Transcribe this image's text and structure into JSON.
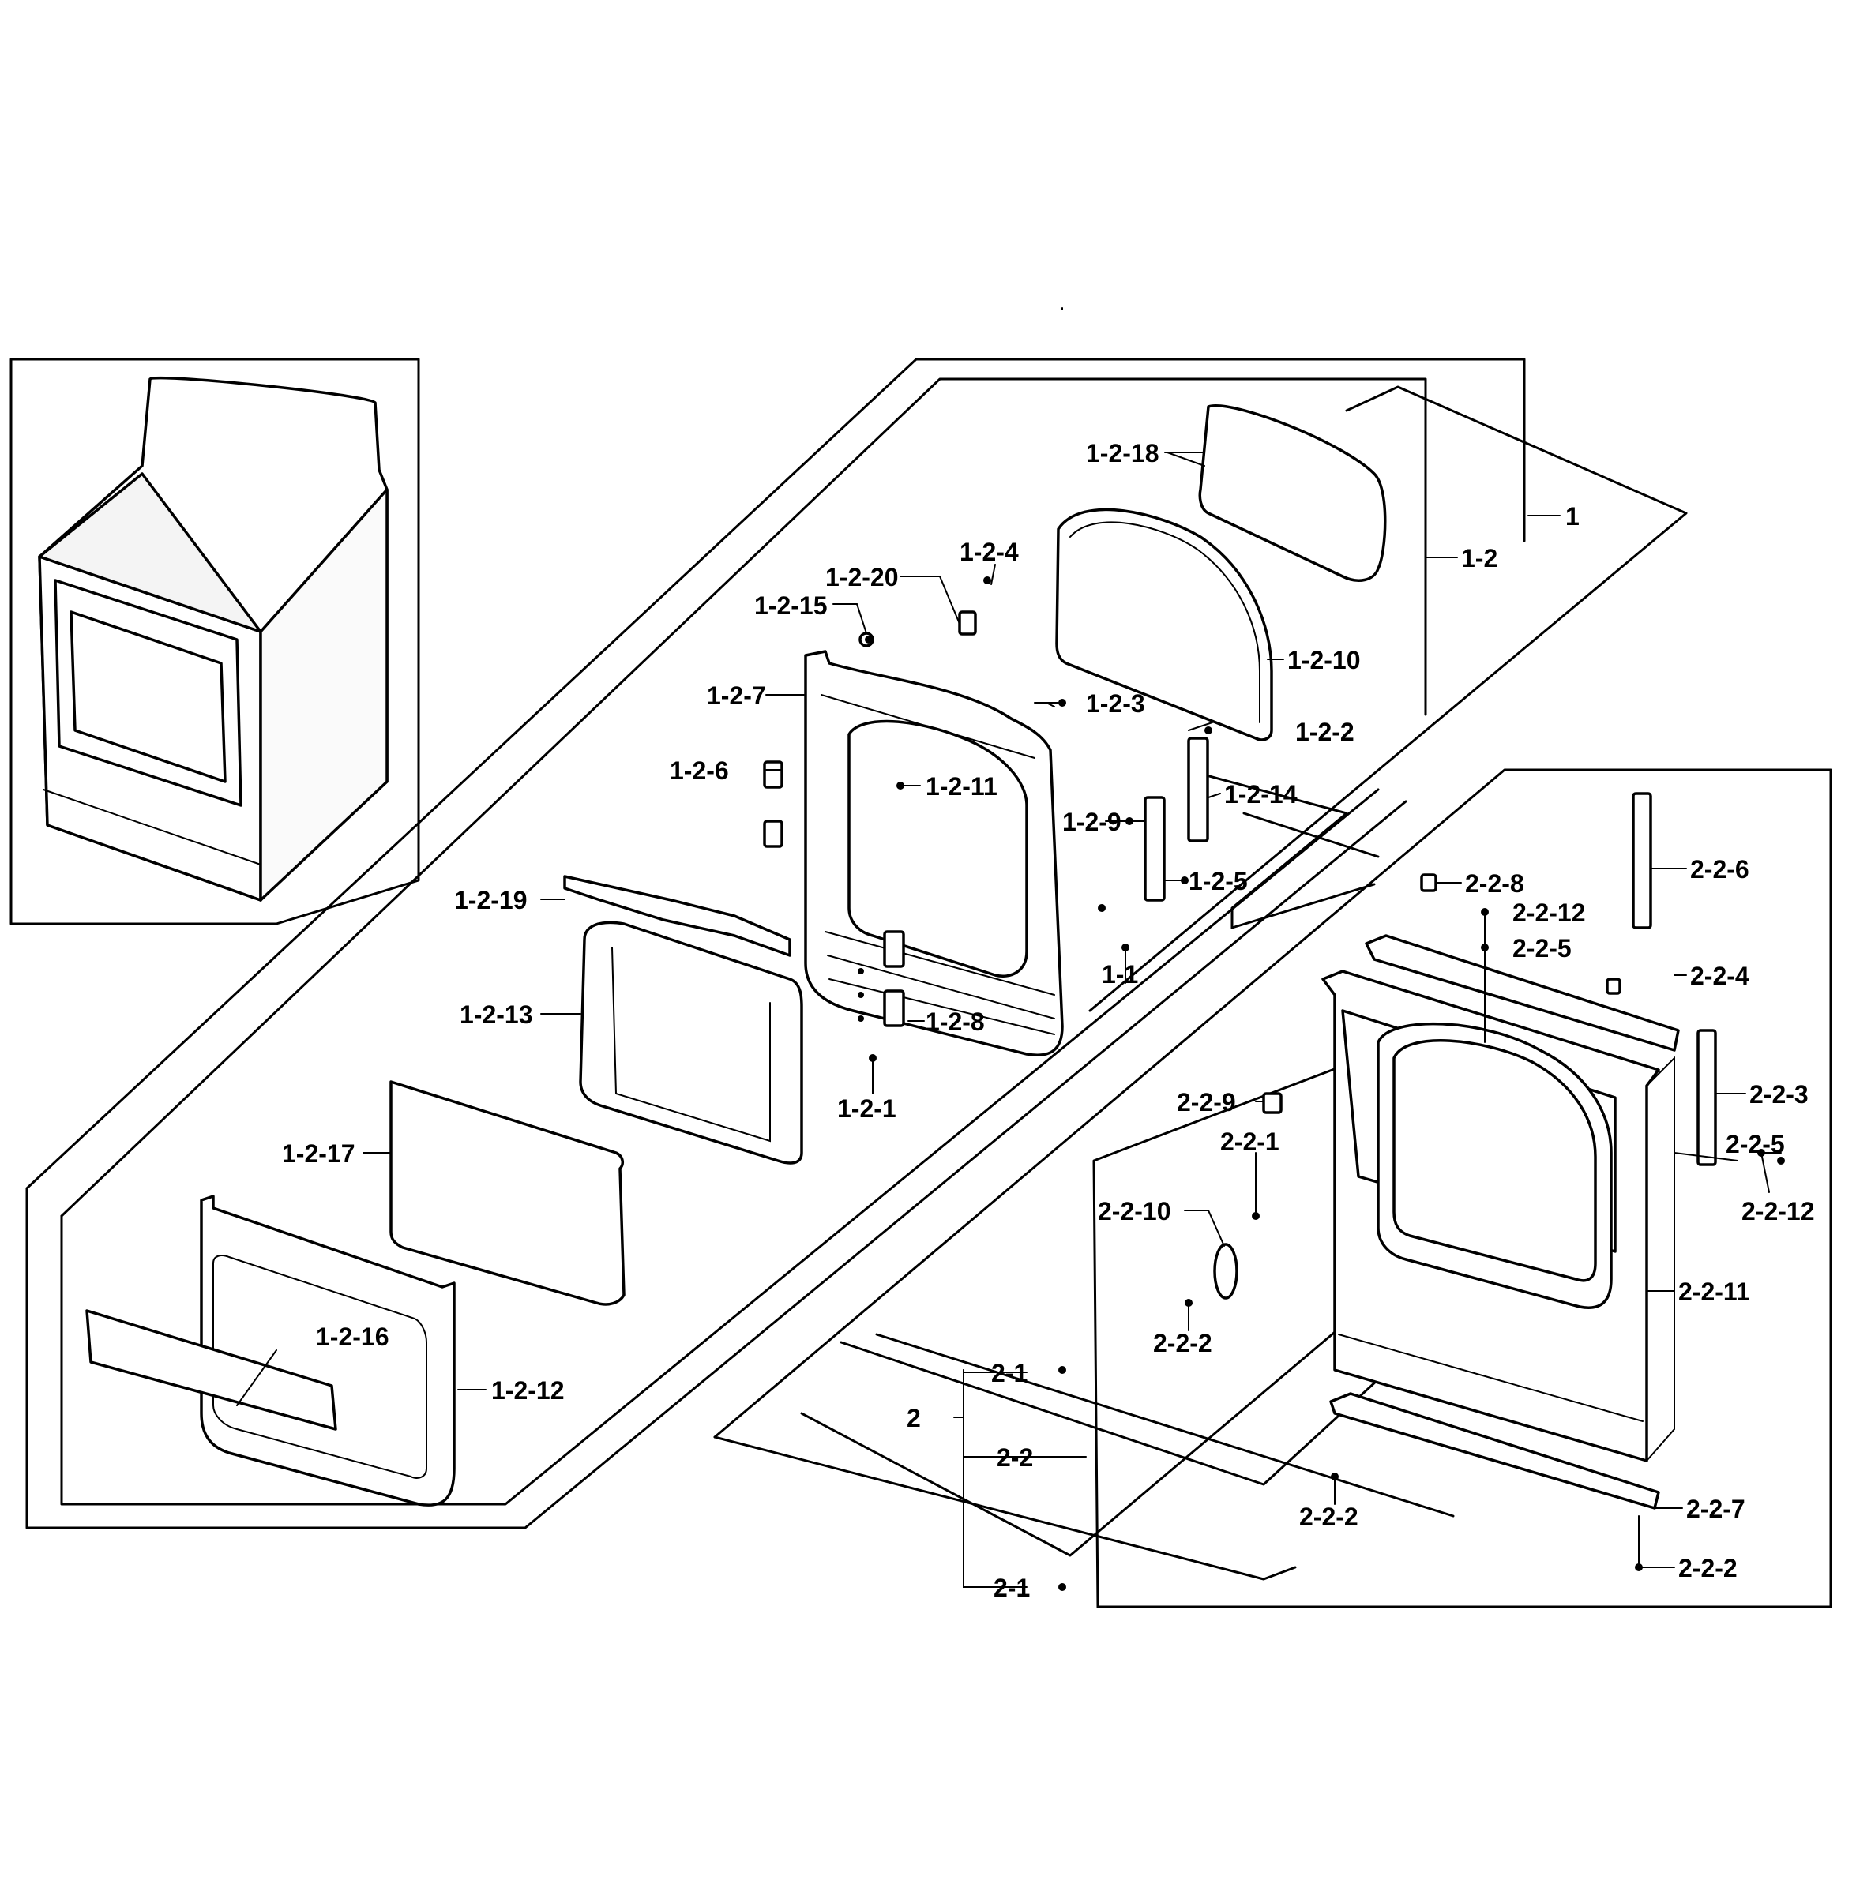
{
  "callouts": {
    "l1": "1",
    "l1_1": "1-1",
    "l1_2": "1-2",
    "l1_2_1": "1-2-1",
    "l1_2_2": "1-2-2",
    "l1_2_3": "1-2-3",
    "l1_2_4": "1-2-4",
    "l1_2_5": "1-2-5",
    "l1_2_6": "1-2-6",
    "l1_2_7": "1-2-7",
    "l1_2_8": "1-2-8",
    "l1_2_9": "1-2-9",
    "l1_2_10": "1-2-10",
    "l1_2_11": "1-2-11",
    "l1_2_12": "1-2-12",
    "l1_2_13": "1-2-13",
    "l1_2_14": "1-2-14",
    "l1_2_15": "1-2-15",
    "l1_2_16": "1-2-16",
    "l1_2_17": "1-2-17",
    "l1_2_18": "1-2-18",
    "l1_2_19": "1-2-19",
    "l1_2_20": "1-2-20",
    "l2": "2",
    "l2_1": "2-1",
    "l2_2": "2-2",
    "l2_2_1": "2-2-1",
    "l2_2_2": "2-2-2",
    "l2_2_3": "2-2-3",
    "l2_2_4": "2-2-4",
    "l2_2_5": "2-2-5",
    "l2_2_6": "2-2-6",
    "l2_2_7": "2-2-7",
    "l2_2_8": "2-2-8",
    "l2_2_9": "2-2-9",
    "l2_2_10": "2-2-10",
    "l2_2_11": "2-2-11",
    "l2_2_12": "2-2-12"
  }
}
